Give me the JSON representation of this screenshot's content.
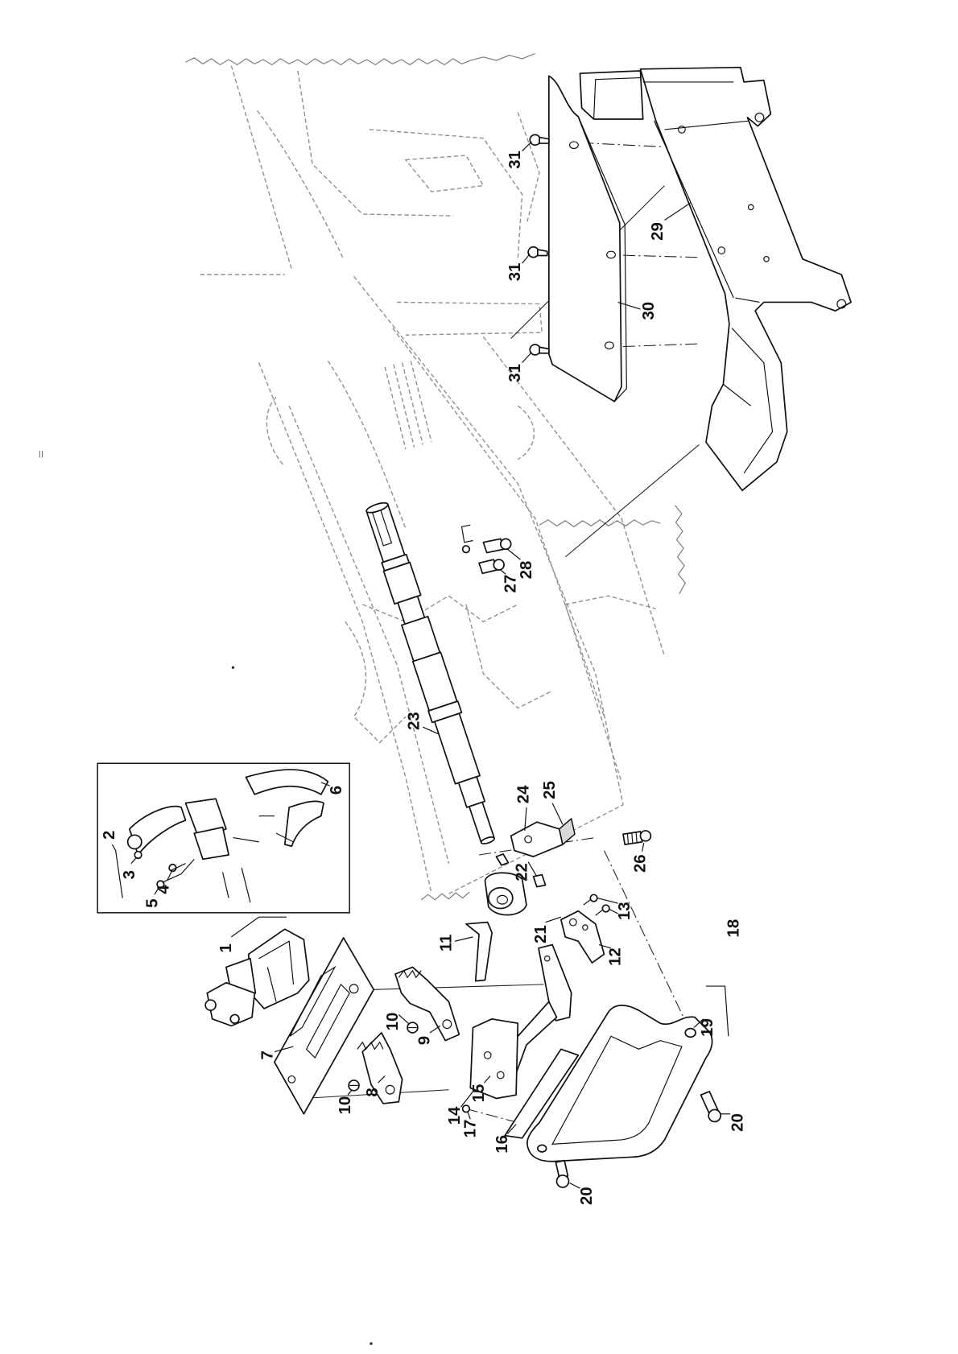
{
  "diagram": {
    "callouts": [
      "31",
      "31",
      "31",
      "29",
      "30",
      "28",
      "27",
      "23",
      "24",
      "25",
      "26",
      "22",
      "13",
      "11",
      "21",
      "12",
      "1",
      "2",
      "3",
      "4",
      "5",
      "6",
      "10",
      "9",
      "7",
      "8",
      "10",
      "14",
      "15",
      "18",
      "19",
      "20",
      "17",
      "16",
      "20"
    ]
  }
}
